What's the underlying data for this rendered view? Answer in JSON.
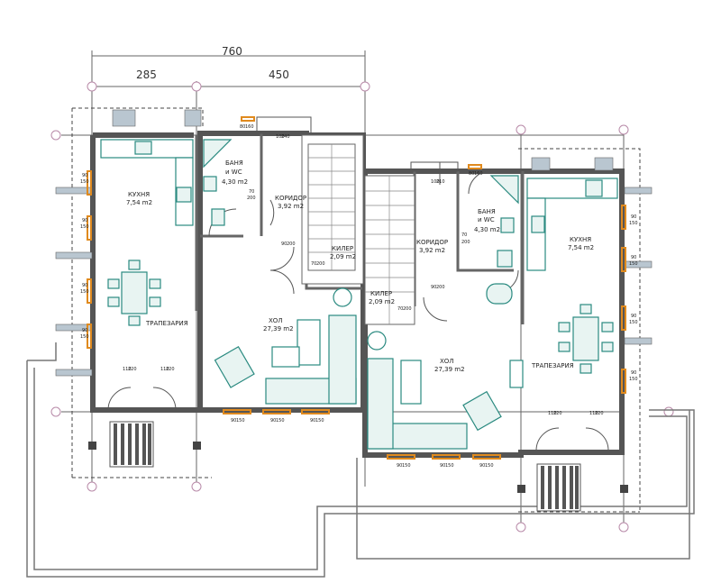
{
  "dimensions": {
    "total": "760",
    "left": "285",
    "right": "450"
  },
  "rooms": {
    "left": {
      "kitchen_name": "КУХНЯ",
      "kitchen_area": "7,54 m2",
      "bath_name": "БАНЯ",
      "bath_sub": "и WC",
      "bath_area": "4,30 m2",
      "corridor_name": "КОРИДОР",
      "corridor_area": "3,92 m2",
      "pantry_name": "КИЛЕР",
      "pantry_area": "2,09 m2",
      "hall_name": "ХОЛ",
      "hall_area": "27,39 m2",
      "dining_name": "ТРАПЕЗАРИЯ"
    },
    "right": {
      "kitchen_name": "КУХНЯ",
      "kitchen_area": "7,54 m2",
      "bath_name": "БАНЯ",
      "bath_sub": "и WC",
      "bath_area": "4,30 m2",
      "corridor_name": "КОРИДОР",
      "corridor_area": "3,92 m2",
      "pantry_name": "КИЛЕР",
      "pantry_area": "2,09 m2",
      "hall_name": "ХОЛ",
      "hall_area": "27,39 m2",
      "dining_name": "ТРАПЕЗАРИЯ"
    }
  },
  "openings": {
    "w90": "90",
    "h150": "150",
    "h160": "160",
    "w80": "80",
    "w70": "70",
    "h200": "200",
    "w100": "100",
    "h240": "240",
    "w110": "110",
    "h220": "220",
    "h210": "210"
  }
}
